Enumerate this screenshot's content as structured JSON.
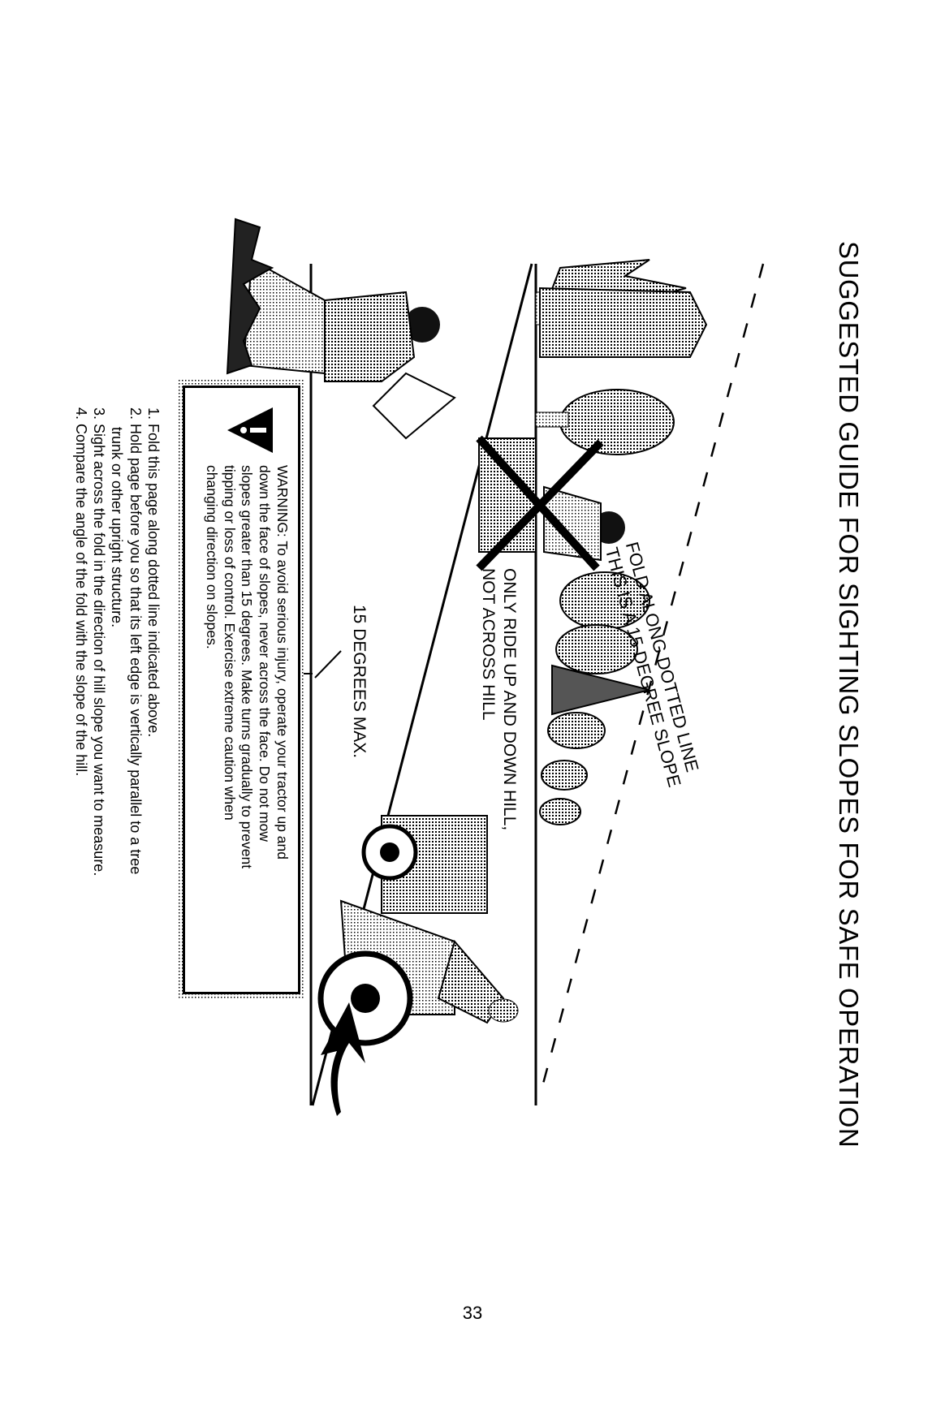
{
  "page": {
    "title": "SUGGESTED GUIDE FOR SIGHTING SLOPES FOR SAFE OPERATION",
    "page_number": "33"
  },
  "fold_label": {
    "line1": "FOLD ALONG DOTTED LINE",
    "line2": "THIS IS A 15 DEGREE SLOPE"
  },
  "ride_label": {
    "line1": "ONLY RIDE UP AND DOWN HILL,",
    "line2": "NOT ACROSS HILL"
  },
  "degrees_label": "15 DEGREES MAX.",
  "warning": {
    "lines": [
      "WARNING: To avoid serious injury, operate your tractor up and",
      "down the face of slopes, never across the face. Do not mow",
      "slopes greater than 15 degrees. Make turns gradually to prevent",
      "tipping or loss of control. Exercise extreme caution when",
      "changing direction on slopes."
    ]
  },
  "instructions": [
    "1. Fold this page along dotted line indicated above.",
    "2. Hold page before you so that its left edge is vertically parallel to a tree",
    "trunk or other upright structure.",
    "3. Sight across the fold in the direction of hill slope you want to measure.",
    "4. Compare the angle of the fold with the slope of the hill."
  ],
  "icons": {
    "warning": "warning-triangle-icon"
  }
}
